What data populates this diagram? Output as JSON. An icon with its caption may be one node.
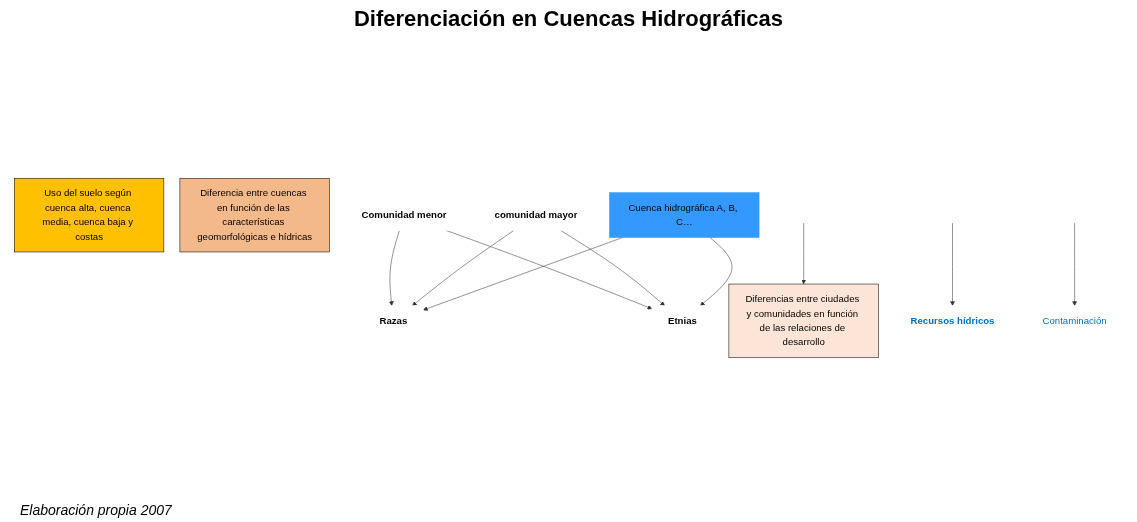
{
  "diagram": {
    "title": "Diferenciación en Cuencas Hidrográficas",
    "caption": "Elaboración propia 2007",
    "nodes": [
      {
        "text": [
          "Comunidad menor"
        ]
      },
      {
        "text": [
          "comunidad mayor"
        ]
      },
      {
        "text": [
          "Razas"
        ]
      },
      {
        "text": [
          "Etnias"
        ]
      },
      {
        "text": [
          "Cuenca hidrográfica A, B, C…"
        ]
      },
      {
        "text": [
          "Uso del suelo según cuenca alta, cuenca media, cuenca baja y costas"
        ]
      },
      {
        "text": [
          "Diferencias entre ciudades y comunidades en función de las relaciones de desarrollo"
        ]
      },
      {
        "text": [
          "Diferencia entre cuencas en función de las características geomorfológicas e hídricas"
        ]
      },
      {
        "text": [
          "Recursos hídricos"
        ]
      },
      {
        "text": [
          "Contaminación"
        ]
      }
    ],
    "edges": [
      {
        "from": 0,
        "to": 2,
        "arrow": "to"
      },
      {
        "from": 0,
        "to": 3,
        "arrow": "to"
      },
      {
        "from": 1,
        "to": 2,
        "arrow": "to"
      },
      {
        "from": 1,
        "to": 3,
        "arrow": "to"
      },
      {
        "from": 4,
        "to": 2,
        "arrow": "to"
      },
      {
        "from": 4,
        "to": 3,
        "arrow": "to"
      },
      {
        "from": null,
        "to": 6,
        "arrow": "to"
      },
      {
        "from": null,
        "to": 8,
        "arrow": "to"
      },
      {
        "from": null,
        "to": 9,
        "arrow": "to"
      }
    ]
  }
}
